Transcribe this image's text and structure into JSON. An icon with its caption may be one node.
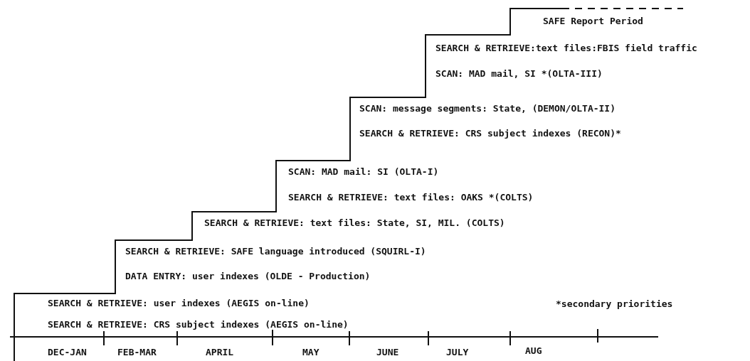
{
  "diagram": {
    "labels": [
      "SAFE Report Period",
      "SEARCH & RETRIEVE:text files:FBIS field traffic",
      "SCAN: MAD mail, SI *(OLTA-III)",
      "SCAN: message segments: State, (DEMON/OLTA-II)",
      "SEARCH & RETRIEVE: CRS subject indexes (RECON)*",
      "SCAN: MAD mail: SI (OLTA-I)",
      "SEARCH & RETRIEVE: text files: OAKS *(COLTS)",
      "SEARCH & RETRIEVE: text files: State, SI, MIL. (COLTS)",
      "SEARCH & RETRIEVE: SAFE language introduced (SQUIRL-I)",
      "DATA ENTRY: user indexes (OLDE - Production)",
      "SEARCH & RETRIEVE: user indexes (AEGIS on-line)",
      "*secondary priorities",
      "SEARCH & RETRIEVE: CRS subject indexes (AEGIS on-line)",
      "DEC-JAN",
      "FEB-MAR",
      "APRIL",
      "MAY",
      "JUNE",
      "JULY",
      "AUG"
    ]
  }
}
